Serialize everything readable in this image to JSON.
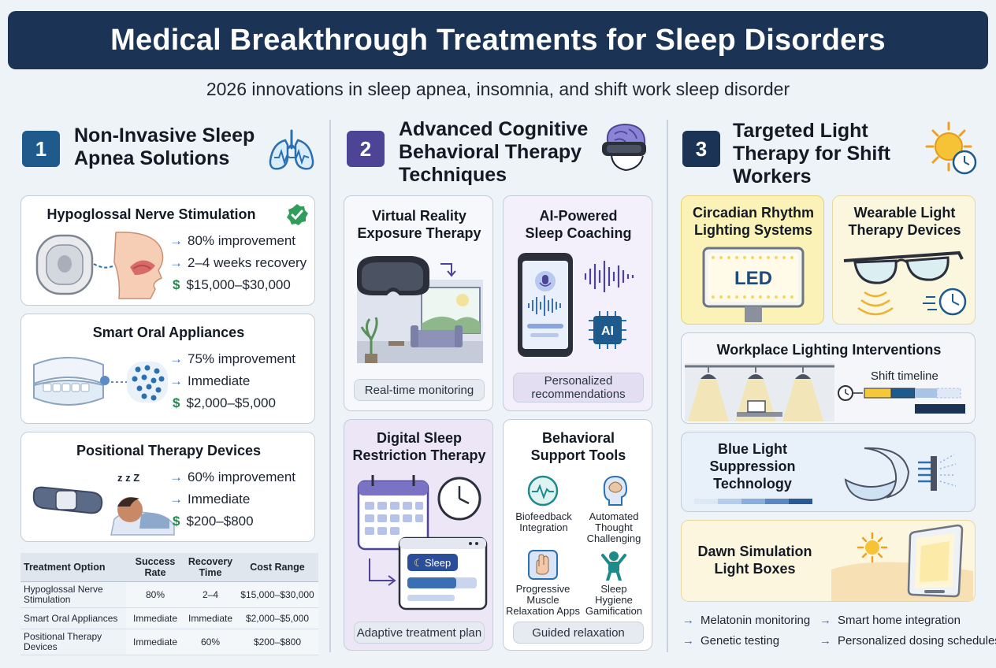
{
  "title": "Medical Breakthrough Treatments for Sleep Disorders",
  "subtitle": "2026 innovations in sleep apnea, insomnia, and shift work sleep disorder",
  "colors": {
    "banner": "#1b3354",
    "accent_blue": "#1e5a8c",
    "accent_purple": "#4e4496",
    "accent_navy": "#1b3354",
    "green": "#1e8a4c"
  },
  "section1": {
    "number": "1",
    "title_line1": "Non-Invasive Sleep",
    "title_line2": "Apnea Solutions",
    "icon": "lungs-icon",
    "cards": [
      {
        "title": "Hypoglossal Nerve Stimulation",
        "improvement": "80% improvement",
        "recovery": "2–4 weeks recovery",
        "cost": "$15,000–$30,000"
      },
      {
        "title": "Smart Oral Appliances",
        "improvement": "75% improvement",
        "recovery": "Immediate",
        "cost": "$2,000–$5,000"
      },
      {
        "title": "Positional Therapy Devices",
        "improvement": "60% improvement",
        "recovery": "Immediate",
        "cost": "$200–$800"
      }
    ],
    "table": {
      "headers": [
        "Treatment Option",
        "Success Rate",
        "Recovery Time",
        "Cost Range"
      ],
      "rows": [
        [
          "Hypoglossal Nerve Stimulation",
          "80%",
          "2–4",
          "$15,000–$30,000"
        ],
        [
          "Smart Oral Appliances",
          "Immediate",
          "Immediate",
          "$2,000–$5,000"
        ],
        [
          "Positional Therapy Devices",
          "Immediate",
          "60%",
          "$200–$800"
        ]
      ]
    },
    "dollar_sign": "$",
    "arrow": "→",
    "sleep_zzz": "z z Z"
  },
  "section2": {
    "number": "2",
    "title_line1": "Advanced Cognitive",
    "title_line2": "Behavioral Therapy",
    "title_line3": "Techniques",
    "icon": "vr-headset-brain-icon",
    "vr": {
      "title_line1": "Virtual Reality",
      "title_line2": "Exposure Therapy",
      "pill": "Real-time monitoring"
    },
    "ai": {
      "title_line1": "AI-Powered",
      "title_line2": "Sleep Coaching",
      "chip_label": "AI",
      "pill_line1": "Personalized",
      "pill_line2": "recommendations"
    },
    "dsr": {
      "title_line1": "Digital Sleep",
      "title_line2": "Restriction Therapy",
      "app_label": "Sleep",
      "pill": "Adaptive treatment plan"
    },
    "bst": {
      "title_line1": "Behavioral",
      "title_line2": "Support Tools",
      "tools": [
        {
          "line1": "Biofeedback",
          "line2": "Integration",
          "line3": ""
        },
        {
          "line1": "Automated",
          "line2": "Thought",
          "line3": "Challenging"
        },
        {
          "line1": "Progressive",
          "line2": "Muscle",
          "line3": "Relaxation Apps"
        },
        {
          "line1": "Sleep",
          "line2": "Hygiene",
          "line3": "Gamification"
        }
      ],
      "pill": "Guided relaxation"
    }
  },
  "section3": {
    "number": "3",
    "title_line1": "Targeted Light",
    "title_line2": "Therapy for Shift",
    "title_line3": "Workers",
    "icon": "sun-clock-icon",
    "circadian": {
      "title_line1": "Circadian Rhythm",
      "title_line2": "Lighting Systems",
      "panel_label": "LED"
    },
    "wearable": {
      "title_line1": "Wearable Light",
      "title_line2": "Therapy Devices"
    },
    "workplace": {
      "title": "Workplace Lighting Interventions",
      "timeline_label": "Shift timeline"
    },
    "blue": {
      "title_line1": "Blue Light",
      "title_line2": "Suppression",
      "title_line3": "Technology"
    },
    "dawn": {
      "title_line1": "Dawn Simulation",
      "title_line2": "Light Boxes"
    },
    "bullets": [
      "Melatonin monitoring",
      "Smart home integration",
      "Genetic testing",
      "Personalized dosing schedules"
    ]
  }
}
